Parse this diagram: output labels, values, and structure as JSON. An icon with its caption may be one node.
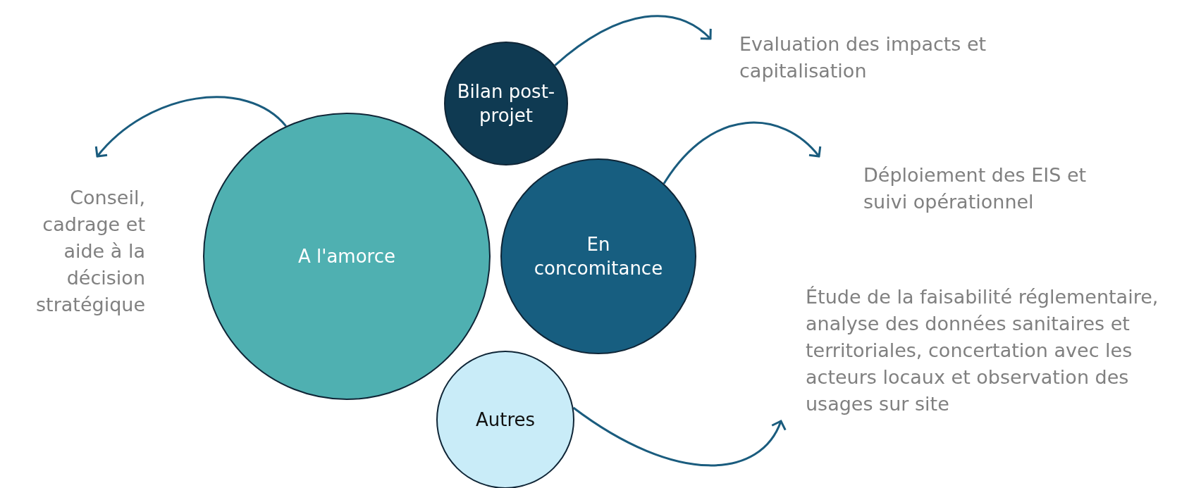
{
  "diagram": {
    "nodes": [
      {
        "text": [
          "Bilan post-projet"
        ]
      },
      {
        "text": [
          "Evaluation des impacts et capitalisation"
        ]
      },
      {
        "text": [
          "Conseil, cadrage et aide à la décision stratégique"
        ]
      },
      {
        "text": [
          "A l'amorce"
        ]
      },
      {
        "text": [
          "En concomitance"
        ]
      },
      {
        "text": [
          "Déploiement des EIS et suivi opérationnel"
        ]
      },
      {
        "text": [
          "Étude de la faisabilité réglementaire, analyse des données sanitaires et territoriales, concertation avec les acteurs locaux et observation des usages sur site"
        ]
      },
      {
        "text": [
          "Autres"
        ]
      }
    ],
    "edges": [
      {
        "from": 0,
        "to": 1,
        "arrow": "to"
      },
      {
        "from": 3,
        "to": 2,
        "arrow": "to"
      },
      {
        "from": 4,
        "to": 5,
        "arrow": "to"
      },
      {
        "from": 7,
        "to": 6,
        "arrow": "to"
      }
    ]
  }
}
